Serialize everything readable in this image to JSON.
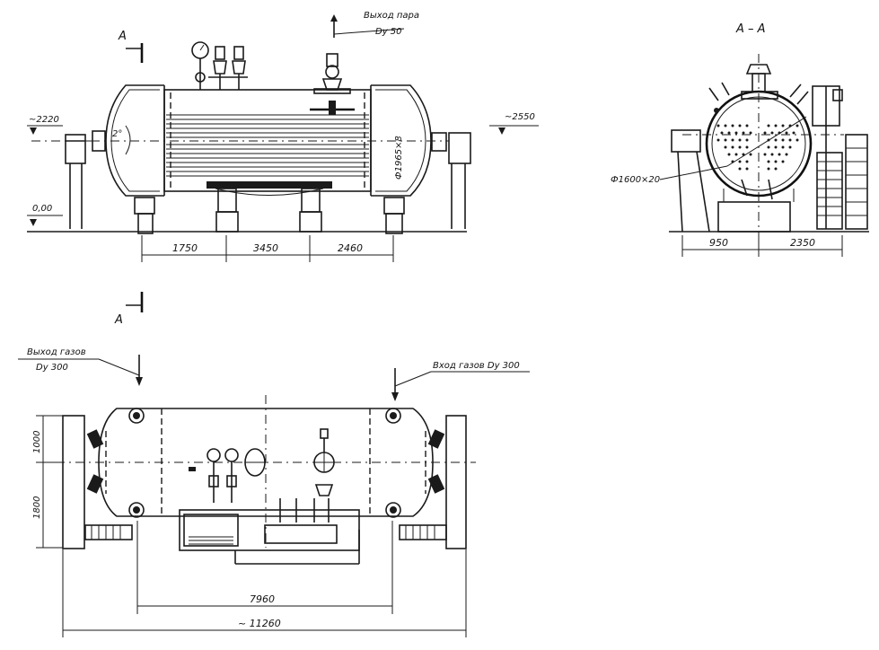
{
  "labels": {
    "steam_outlet_line1": "Выход пара",
    "steam_outlet_line2": "Dy 50",
    "section_mark": "А",
    "section_title": "А – А",
    "level_left": "~2220",
    "level_right": "~2550",
    "level_zero": "0,00",
    "slope": "2°",
    "diameter_side": "Ф1965×8",
    "diameter_section": "Ф1600×20",
    "dim_side_1": "1750",
    "dim_side_2": "3450",
    "dim_side_3": "2460",
    "dim_section_1": "950",
    "dim_section_2": "2350",
    "gas_outlet_line1": "Выход газов",
    "gas_outlet_line2": "Dy 300",
    "gas_inlet": "Вход газов Dy 300",
    "dim_plan_v1": "1000",
    "dim_plan_v2": "1800",
    "dim_plan_h1": "7960",
    "dim_plan_h2": "~ 11260"
  }
}
